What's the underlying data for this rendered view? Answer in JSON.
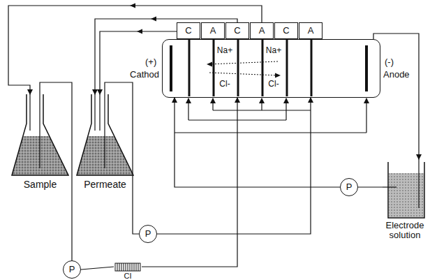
{
  "diagram": {
    "nodes": [
      {
        "text": [
          "C"
        ]
      },
      {
        "text": [
          "A"
        ]
      },
      {
        "text": [
          "C"
        ]
      },
      {
        "text": [
          "A"
        ]
      },
      {
        "text": [
          "C"
        ]
      },
      {
        "text": [
          "A"
        ]
      },
      {
        "text": [
          "Na+",
          "Na+",
          "Cl-",
          "Cl-"
        ]
      },
      {
        "text": [
          "Sample"
        ]
      },
      {
        "text": [
          "Permeate"
        ]
      },
      {
        "text": [
          "P"
        ]
      },
      {
        "text": [
          "Electrode solution"
        ]
      },
      {
        "text": [
          "P"
        ]
      },
      {
        "text": [
          "P"
        ]
      },
      {
        "text": [
          "CI"
        ]
      }
    ],
    "edges": [
      {
        "from": 3,
        "to": 7,
        "arrow": "to"
      },
      {
        "from": 2,
        "to": 8,
        "arrow": "to"
      },
      {
        "from": 0,
        "to": 8,
        "arrow": "to"
      },
      {
        "from": 7,
        "to": 12,
        "arrow": "none"
      },
      {
        "from": 12,
        "to": 13,
        "arrow": "none"
      },
      {
        "from": 8,
        "to": 11,
        "arrow": "none"
      },
      {
        "from": 13,
        "to": 6,
        "arrow": "to"
      },
      {
        "from": 11,
        "to": 6,
        "arrow": "to"
      },
      {
        "from": 10,
        "to": 9,
        "arrow": "none"
      },
      {
        "from": 9,
        "to": 6,
        "arrow": "to"
      },
      {
        "from": 6,
        "to": 10,
        "arrow": "to"
      }
    ],
    "labels": [
      "(+)",
      "Cathod",
      "(-)",
      "Anode"
    ]
  }
}
